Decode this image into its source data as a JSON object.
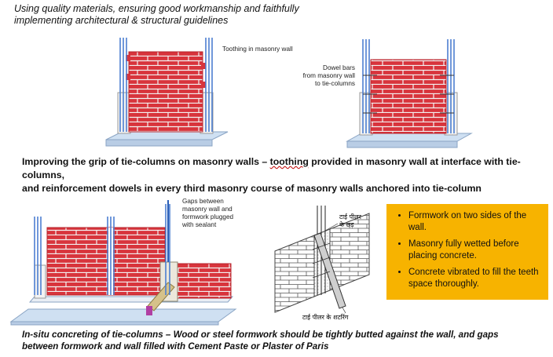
{
  "heading_lines": [
    "Using quality materials, ensuring good workmanship and faithfully",
    "implementing architectural & structural guidelines"
  ],
  "label_toothing": "Toothing in masonry wall",
  "label_dowels": [
    "Dowel bars",
    "from masonry wall",
    "to tie-columns"
  ],
  "caption_top": {
    "line1_before": "Improving the grip of tie-columns on masonry walls – ",
    "line1_squig": "toothing",
    "line1_after": " provided in masonry wall at interface with tie-columns,",
    "line2": "and reinforcement dowels in every third masonry course of masonry walls anchored into tie-column"
  },
  "label_gaps": [
    "Gaps between",
    "masonry wall and",
    "formwork plugged",
    "with sealant"
  ],
  "hindi_labels": {
    "top": [
      "टाई पीलर",
      "के छड़"
    ],
    "bottom": "टाई पीलर के शटरिंग"
  },
  "notes": [
    "Formwork on two sides of the wall.",
    "Masonry fully wetted before placing concrete.",
    "Concrete vibrated to fill the teeth space thoroughly."
  ],
  "caption_bottom": [
    "In-situ concreting of tie-columns – Wood or steel formwork should be tightly butted against the wall, and gaps",
    "between formwork and wall filled with Cement Paste or Plaster of Paris"
  ],
  "colors": {
    "brick": "#d8343c",
    "mortar": "#f2f2f2",
    "slab": "#c6d8ee",
    "rebar": "#4d7fd0",
    "note_box": "#f7b300"
  }
}
